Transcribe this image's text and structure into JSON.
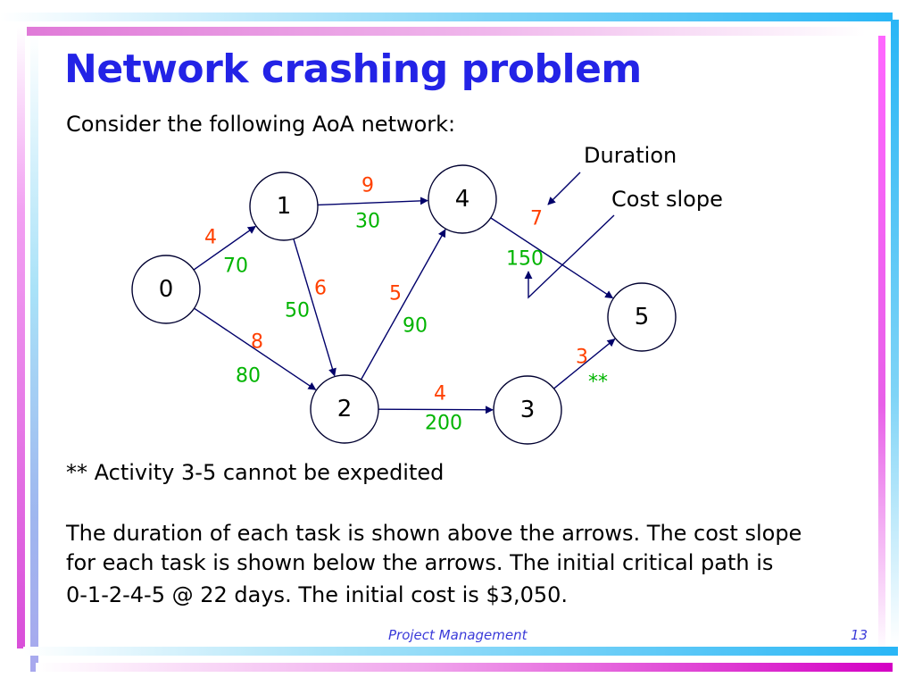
{
  "slide": {
    "title": "Network crashing problem",
    "intro": "Consider the following AoA network:",
    "note": "**  Activity 3-5 cannot be expedited",
    "paragraph_lines": [
      "The duration of each task is shown above the arrows.  The cost slope",
      "for each task is shown below the arrows.  The initial critical path is",
      "0-1-2-4-5 @ 22 days.  The initial cost is $3,050."
    ],
    "footer_title": "Project Management",
    "page_number": "13"
  },
  "legend": {
    "duration_label": "Duration",
    "cost_slope_label": "Cost slope"
  },
  "network": {
    "nodes": [
      "0",
      "1",
      "2",
      "3",
      "4",
      "5"
    ],
    "activities": [
      {
        "from": "0",
        "to": "1",
        "duration": "4",
        "cost_slope": "70"
      },
      {
        "from": "0",
        "to": "2",
        "duration": "8",
        "cost_slope": "80"
      },
      {
        "from": "1",
        "to": "2",
        "duration": "6",
        "cost_slope": "50"
      },
      {
        "from": "1",
        "to": "4",
        "duration": "9",
        "cost_slope": "30"
      },
      {
        "from": "2",
        "to": "4",
        "duration": "5",
        "cost_slope": "90"
      },
      {
        "from": "2",
        "to": "3",
        "duration": "4",
        "cost_slope": "200"
      },
      {
        "from": "4",
        "to": "5",
        "duration": "7",
        "cost_slope": "150"
      },
      {
        "from": "3",
        "to": "5",
        "duration": "3",
        "cost_slope": "**"
      }
    ]
  },
  "colors": {
    "title": "#2323e6",
    "duration": "#ff4000",
    "cost_slope": "#00b400",
    "arrow": "#00006a"
  }
}
